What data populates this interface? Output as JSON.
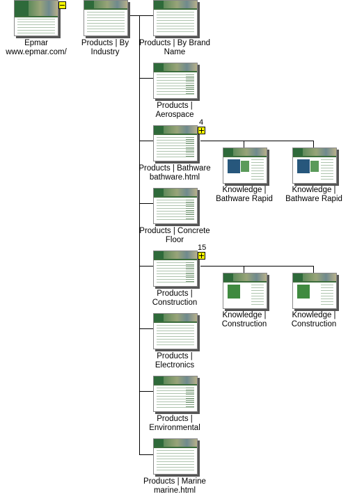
{
  "nodes": {
    "epmar": {
      "title": "Epmar",
      "url": "www.epmar.com/"
    },
    "by_industry": {
      "l1": "Products | By",
      "l2": "Industry"
    },
    "by_brand": {
      "l1": "Products | By Brand",
      "l2": "Name"
    },
    "aerospace": {
      "l1": "Products |",
      "l2": "Aerospace"
    },
    "bathware": {
      "l1": "Products | Bathware",
      "l2": "bathware.html",
      "child_count": "4"
    },
    "kb_bath1": {
      "l1": "Knowledge |",
      "l2": "Bathware Rapid"
    },
    "kb_bath2": {
      "l1": "Knowledge |",
      "l2": "Bathware Rapid"
    },
    "concrete": {
      "l1": "Products | Concrete",
      "l2": "Floor"
    },
    "construction": {
      "l1": "Products |",
      "l2": "Construction",
      "child_count": "15"
    },
    "kb_con1": {
      "l1": "Knowledge |",
      "l2": "Construction"
    },
    "kb_con2": {
      "l1": "Knowledge |",
      "l2": "Construction"
    },
    "electronics": {
      "l1": "Products |",
      "l2": "Electronics"
    },
    "environmental": {
      "l1": "Products |",
      "l2": "Environmental"
    },
    "marine": {
      "l1": "Products | Marine",
      "l2": "marine.html"
    }
  },
  "icons": {
    "collapse": "minus-icon",
    "expand": "plus-icon"
  },
  "colors": {
    "toggle": "#ffff00",
    "header_green": "#2e6a3a"
  }
}
